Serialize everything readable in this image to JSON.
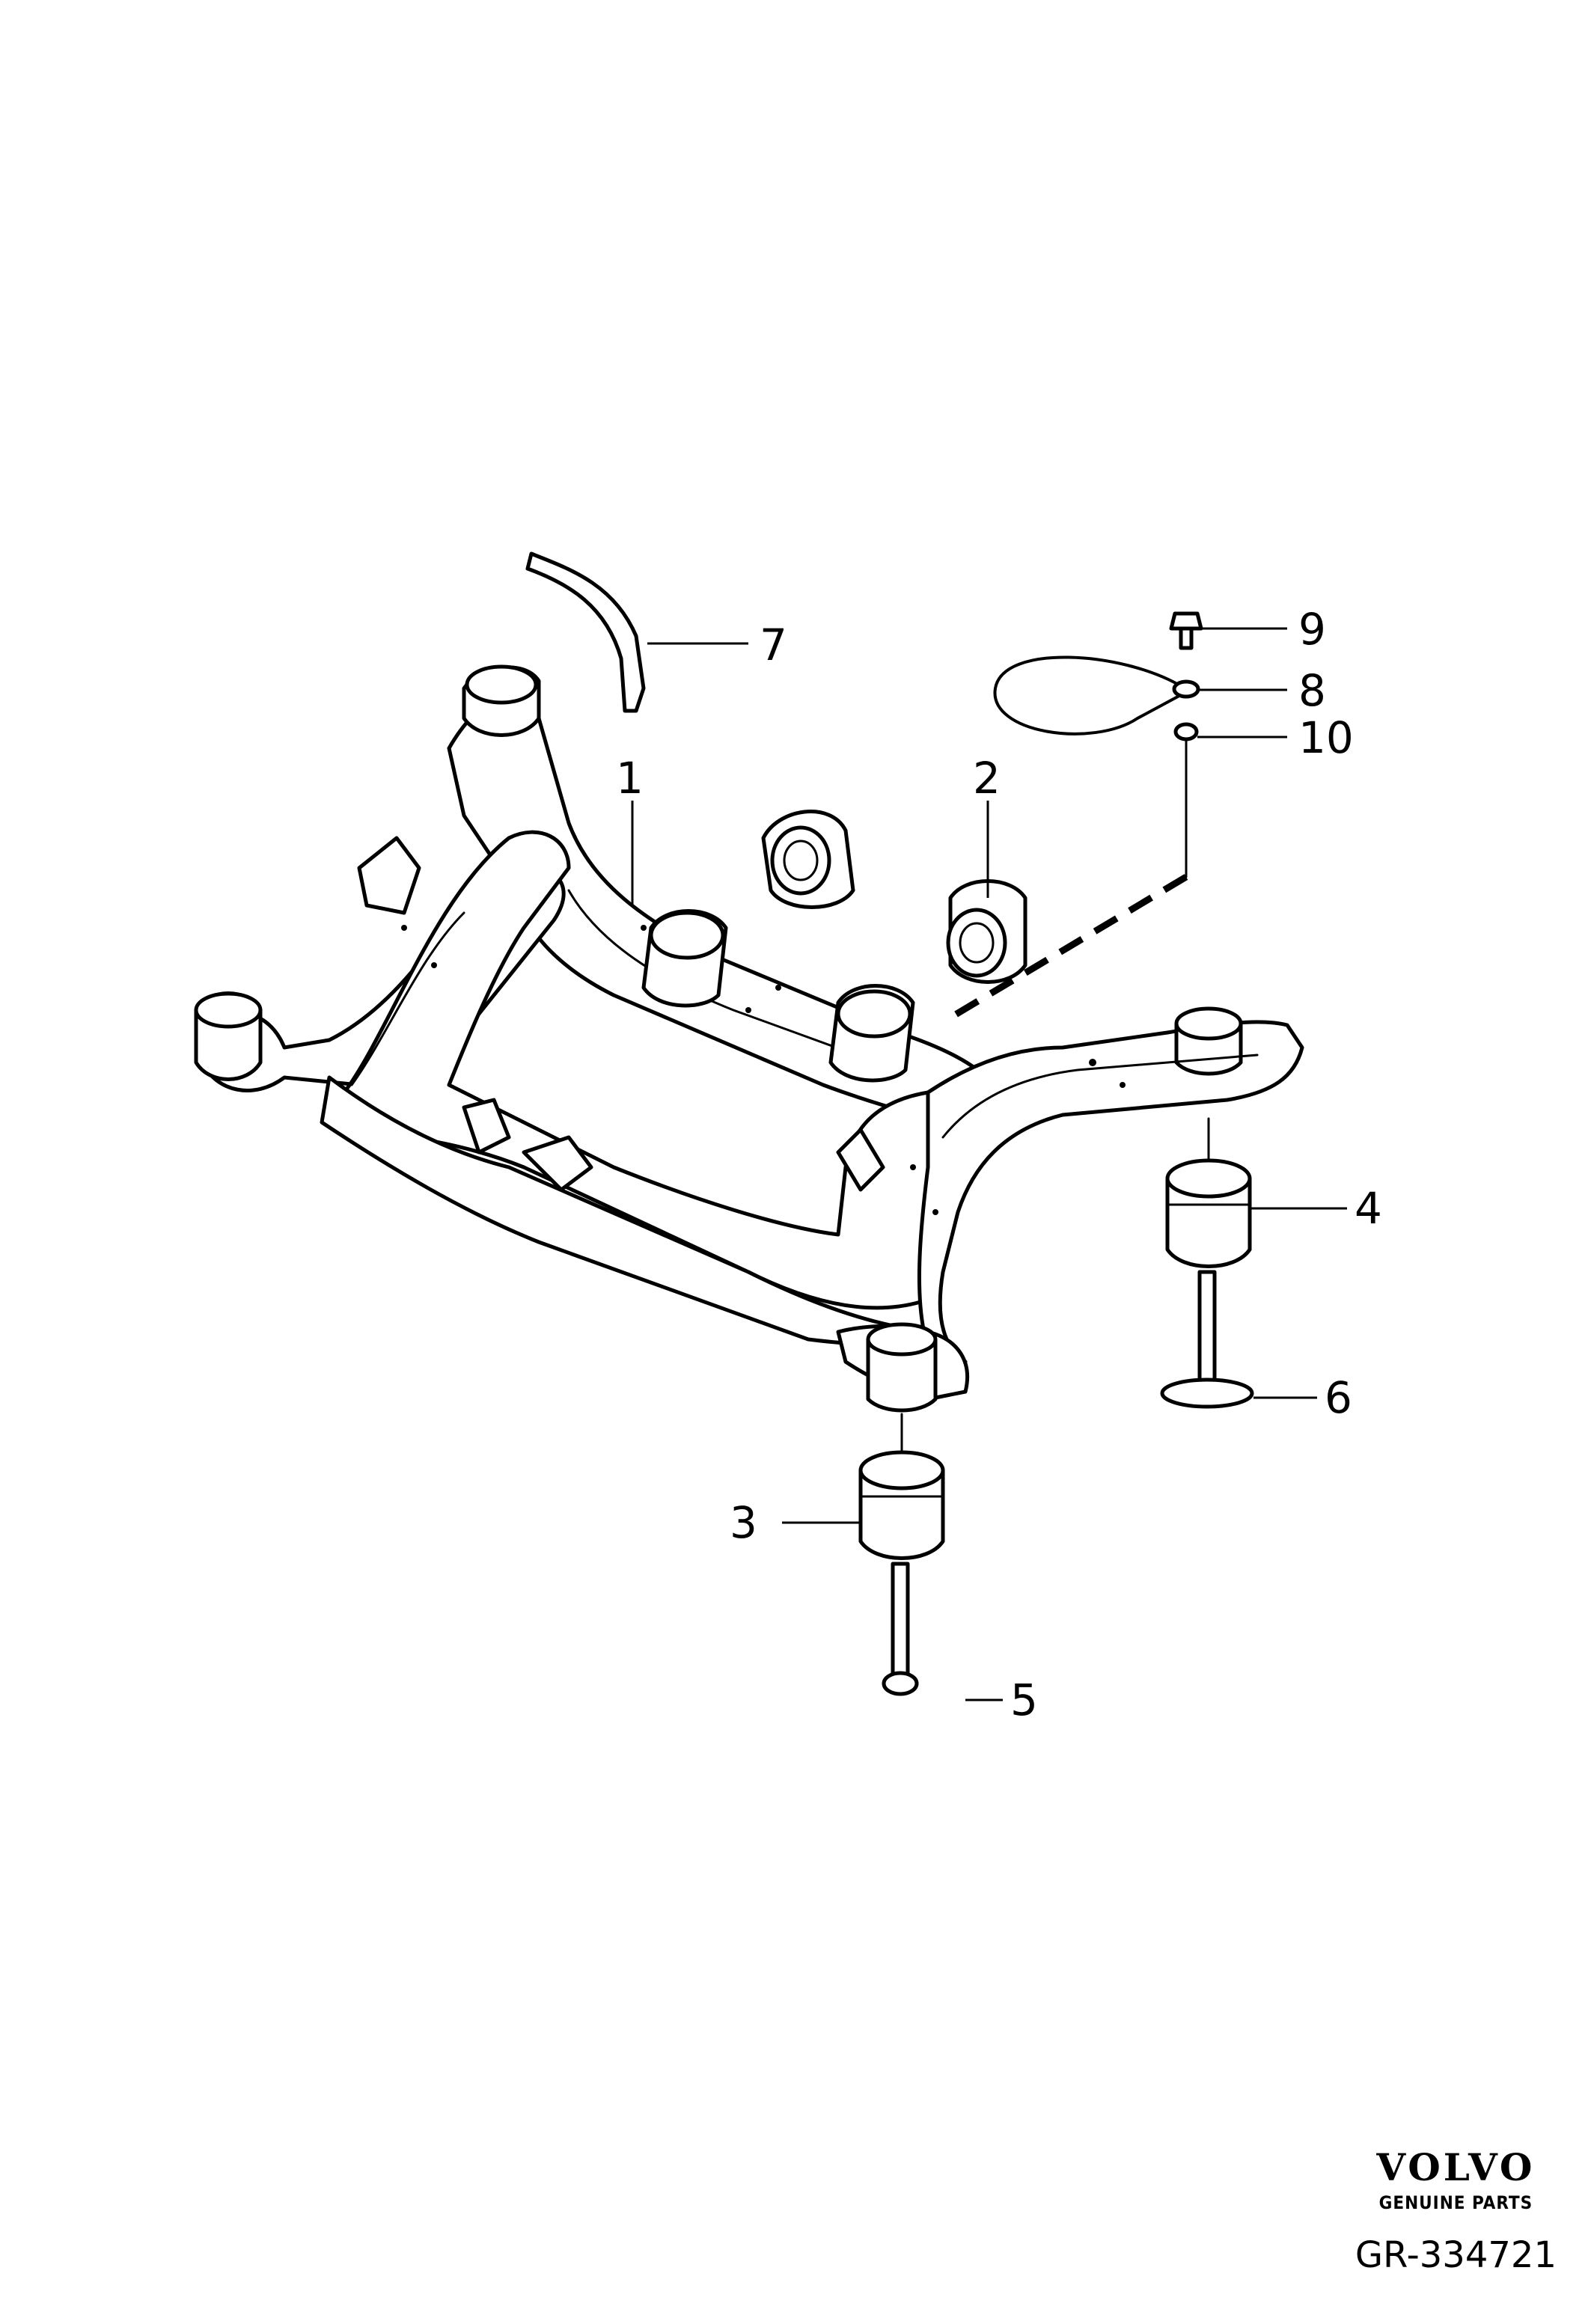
{
  "callouts": {
    "c1": "1",
    "c2": "2",
    "c3": "3",
    "c4": "4",
    "c5": "5",
    "c6": "6",
    "c7": "7",
    "c8": "8",
    "c9": "9",
    "c10": "10"
  },
  "brand": {
    "logo": "VOLVO",
    "subtitle": "GENUINE PARTS",
    "reference": "GR-334721"
  }
}
